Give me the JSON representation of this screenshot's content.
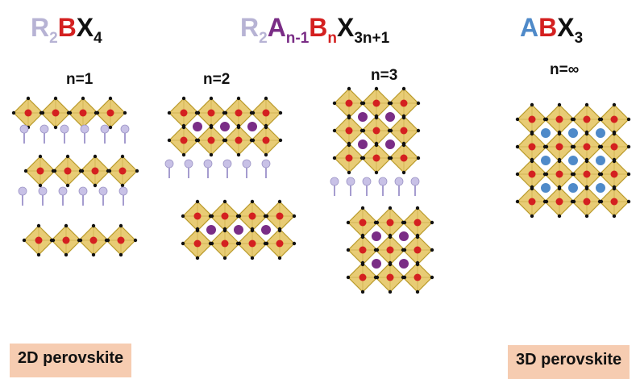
{
  "formulas": {
    "n1": {
      "r": "R",
      "s2": "2",
      "b": "B",
      "x": "X",
      "s4": "4"
    },
    "rp": {
      "r": "R",
      "s2": "2",
      "a": "A",
      "sn1": "n-1",
      "b": "B",
      "sn": "n",
      "x": "X",
      "s3": "3n+1"
    },
    "bulk": {
      "a": "A",
      "b": "B",
      "x": "X",
      "s3": "3"
    }
  },
  "labels": {
    "n1": "n=1",
    "n2": "n=2",
    "n3": "n=3",
    "ninf": "n=∞"
  },
  "badges": {
    "left": "2D  perovskite",
    "right": "3D perovskite"
  },
  "colors": {
    "R": "#b7b3d4",
    "A_rp": "#7a2d86",
    "B": "#d42020",
    "X": "#111111",
    "A_bulk": "#4f8ac9",
    "octahedron": "#e6c766",
    "octahedron_edge": "#b99a2a",
    "spacer": "#c8c1e6",
    "badge": "#f6ccb1"
  }
}
